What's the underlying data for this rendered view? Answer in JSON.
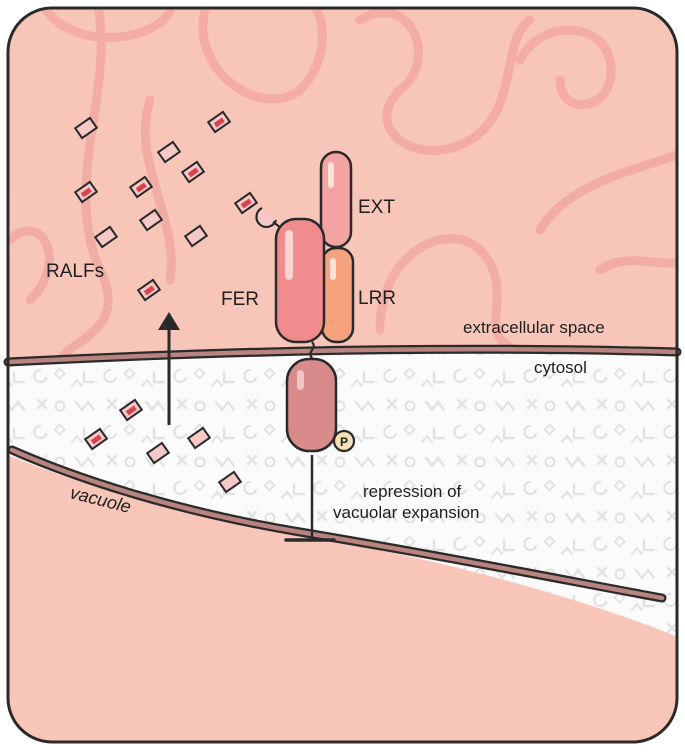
{
  "labels": {
    "ralfs": "RALFs",
    "fer": "FER",
    "ext": "EXT",
    "lrr": "LRR",
    "extracellular": "extracellular space",
    "cytosol": "cytosol",
    "vacuole": "vacuole",
    "repression_line1": "repression of",
    "repression_line2": "vacuolar expansion",
    "phospho": "P"
  },
  "colors": {
    "cell_wall": "#f7c6b8",
    "wall_fibers": "#f2a8a3",
    "cytosol": "#fbfbfb",
    "cytosol_pattern": "#e3e3e3",
    "vacuole": "#f7c6b8",
    "membrane": "#b98380",
    "outline": "#2a2a2a",
    "fer_domain": "#f08b8e",
    "ext_domain": "#f4a3a3",
    "lrr_domain": "#f6a37d",
    "kinase_domain": "#d98b8b",
    "phospho_badge": "#f4e1b6",
    "ralf_light": "#f7c9c6",
    "ralf_dark": "#d8434f"
  }
}
